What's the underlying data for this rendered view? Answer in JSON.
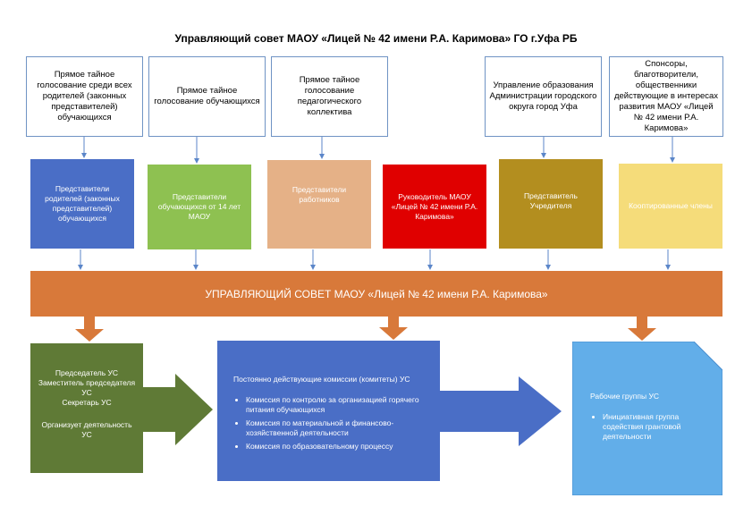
{
  "title": "Управляющий совет МАОУ «Лицей № 42 имени Р.А. Каримова» ГО г.Уфа РБ",
  "sources": [
    "Прямое тайное голосование среди всех родителей (законных представителей) обучающихся",
    "Прямое тайное голосование обучающихся",
    "Прямое тайное голосование педагогического коллектива",
    "Управление образования Администрации городского округа город Уфа",
    "Спонсоры, благотворители, общественники действующие в интересах развития МАОУ «Лицей № 42 имени Р.А. Каримова»"
  ],
  "representatives": [
    {
      "label": "Представители родителей (законных представителей) обучающихся",
      "color": "#4a6ec6"
    },
    {
      "label": "Представители обучающихся от 14 лет МАОУ",
      "color": "#8ec151"
    },
    {
      "label": "Представители работников",
      "color": "#e5b187"
    },
    {
      "label": "Руководитель МАОУ «Лицей № 42 имени Р.А. Каримова»",
      "color": "#e00000"
    },
    {
      "label": "Представитель Учредителя",
      "color": "#b38e1f"
    },
    {
      "label": "Кооптированные члены",
      "color": "#f5dc7a"
    }
  ],
  "council_band": "УПРАВЛЯЮЩИЙ СОВЕТ МАОУ «Лицей № 42 имени Р.А. Каримова»",
  "leadership": {
    "lines": [
      "Председатель УС",
      "Заместитель председателя УС",
      "Секретарь УС"
    ],
    "role": "Организует деятельность УС"
  },
  "commissions": {
    "heading": "Постоянно действующие комиссии (комитеты) УС",
    "items": [
      "Комиссия по контролю за организацией горячего питания обучающихся",
      "Комиссия по материальной и финансово-хозяйственной деятельности",
      "Комиссия по образовательному процессу"
    ]
  },
  "working_groups": {
    "heading": "Рабочие группы УС",
    "items": [
      "Инициативная группа содействия грантовой деятельности"
    ]
  },
  "colors": {
    "band": "#d8793a",
    "leadership": "#5f7a36",
    "commissions": "#4a6ec6",
    "working_groups": "#62aee9",
    "source_border": "#6f93c4",
    "connector": "#5b86c9"
  }
}
